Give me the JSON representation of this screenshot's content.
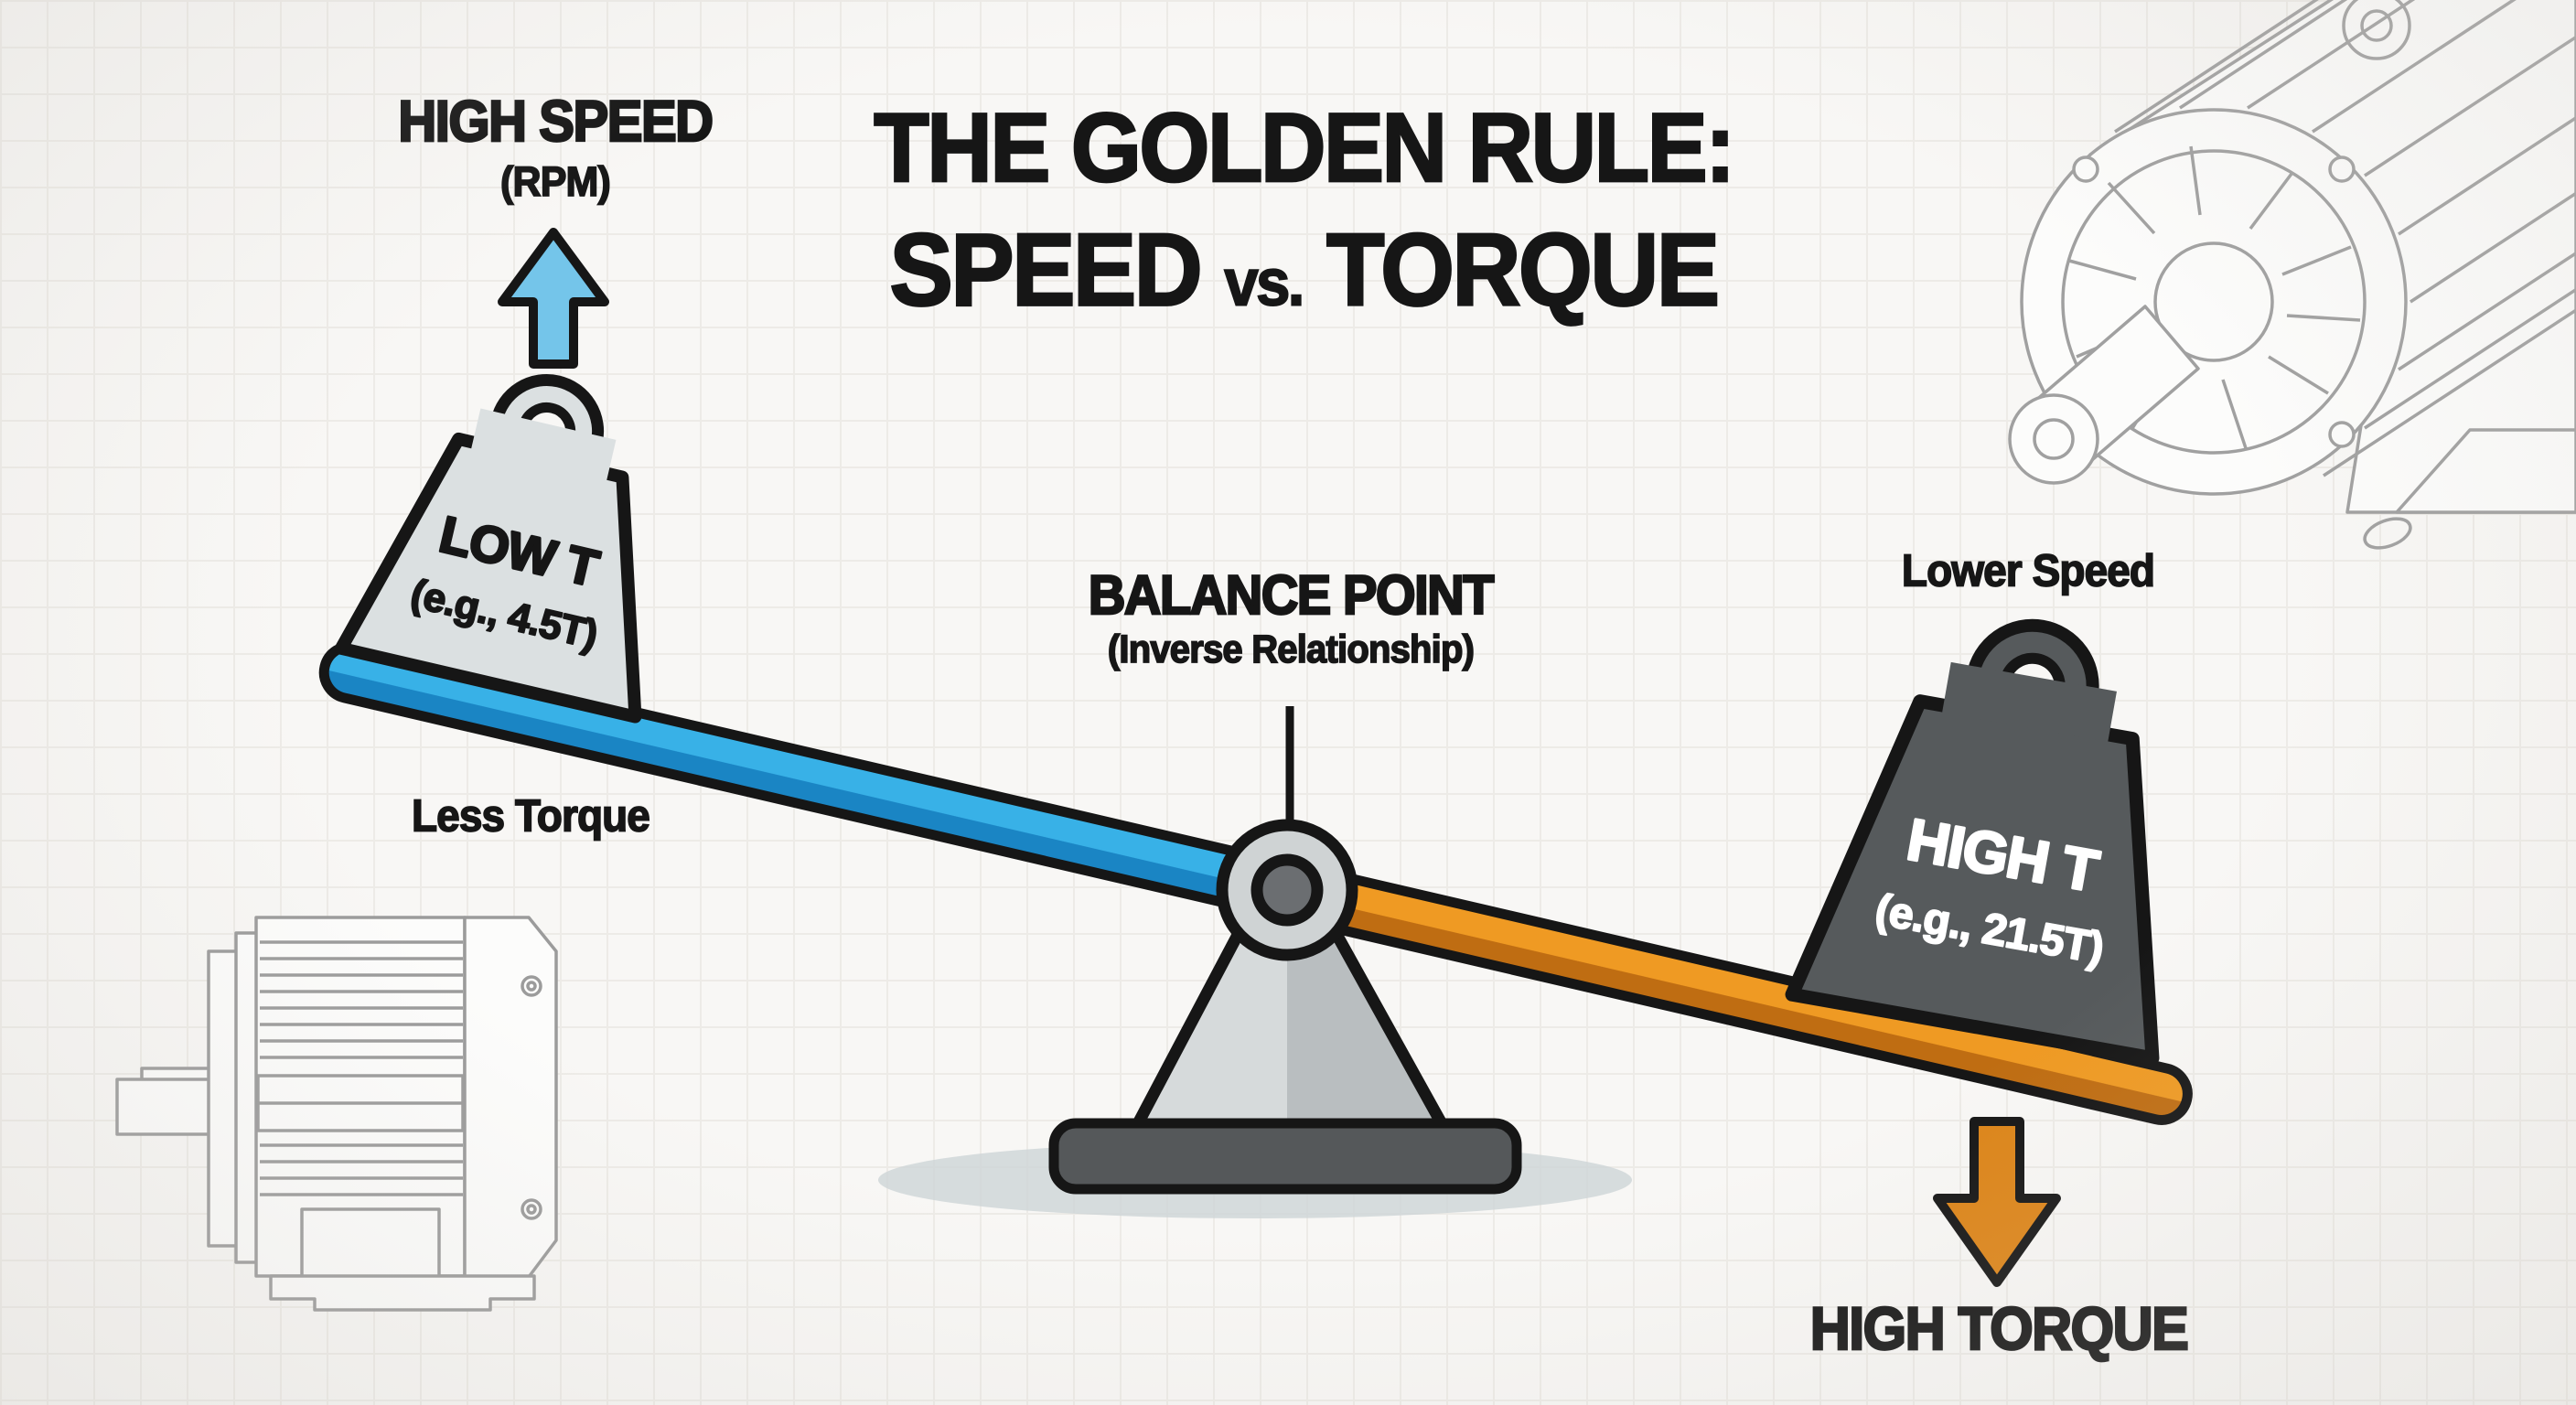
{
  "canvas": {
    "bg_color": "#f8f7f5",
    "grid_color": "#e7e4e0"
  },
  "title": {
    "line1": "THE GOLDEN RULE:",
    "line2_word1": "SPEED",
    "line2_vs": "vs.",
    "line2_word2": "TORQUE"
  },
  "high_speed": {
    "label": "HIGH SPEED",
    "sublabel": "(RPM)",
    "arrow_icon": "arrow-up",
    "arrow_color": "#74c5ea"
  },
  "less_torque_caption": "Less Torque",
  "balance": {
    "label": "BALANCE POINT",
    "sublabel": "(Inverse Relationship)"
  },
  "lower_speed_caption": "Lower Speed",
  "high_torque": {
    "label": "HIGH TORQUE",
    "arrow_icon": "arrow-down",
    "arrow_color": "#dd8519"
  },
  "left_weight": {
    "label": "LOW T",
    "sublabel": "(e.g., 4.5T)",
    "fill": "#dbe0e1",
    "text_color": "#161616"
  },
  "right_weight": {
    "label": "HIGH T",
    "sublabel": "(e.g., 21.5T)",
    "fill": "#565a5c",
    "text_color": "#ffffff"
  },
  "seesaw": {
    "left_beam_color": "#38b1e7",
    "left_beam_shade": "#1a85c4",
    "right_beam_color": "#ef9a23",
    "right_beam_shade": "#bf6d12",
    "pivot_color": "#cfd3d4",
    "pivot_inner_color": "#6b6e71",
    "pedestal_light": "#d6dadb",
    "pedestal_dark": "#b9bec0",
    "base_color": "#55585a",
    "shadow_color": "#cdd5d7",
    "outline_color": "#161616"
  },
  "decor": {
    "motor_left_icon": "electric-motor-side-line-drawing",
    "motor_right_icon": "electric-motor-isometric-line-drawing",
    "line_color": "#9b9b9b"
  }
}
